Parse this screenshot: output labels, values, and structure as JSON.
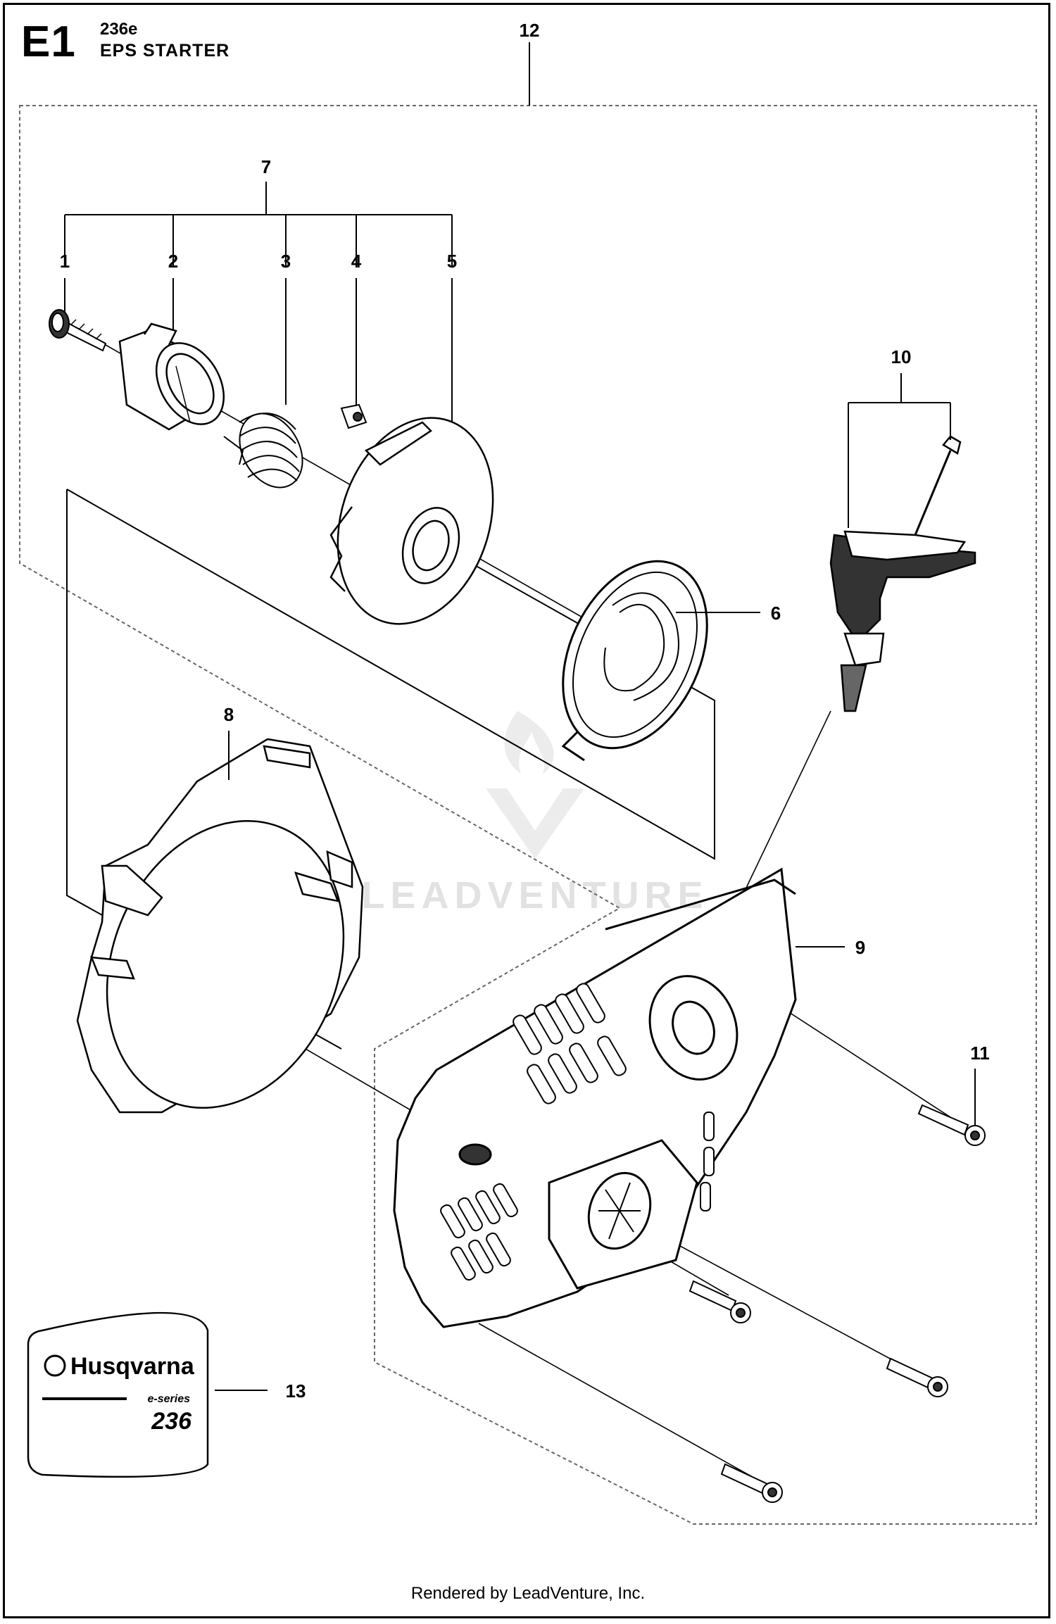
{
  "header": {
    "section_code": "E1",
    "model": "236e",
    "title": "EPS STARTER"
  },
  "callouts": [
    "1",
    "2",
    "3",
    "4",
    "5",
    "6",
    "7",
    "8",
    "9",
    "10",
    "11",
    "12",
    "13"
  ],
  "decal": {
    "brand": "Husqvarna",
    "series": "e-series",
    "model": "236"
  },
  "watermark": "LEADVENTURE",
  "footer": "Rendered by LeadVenture, Inc."
}
